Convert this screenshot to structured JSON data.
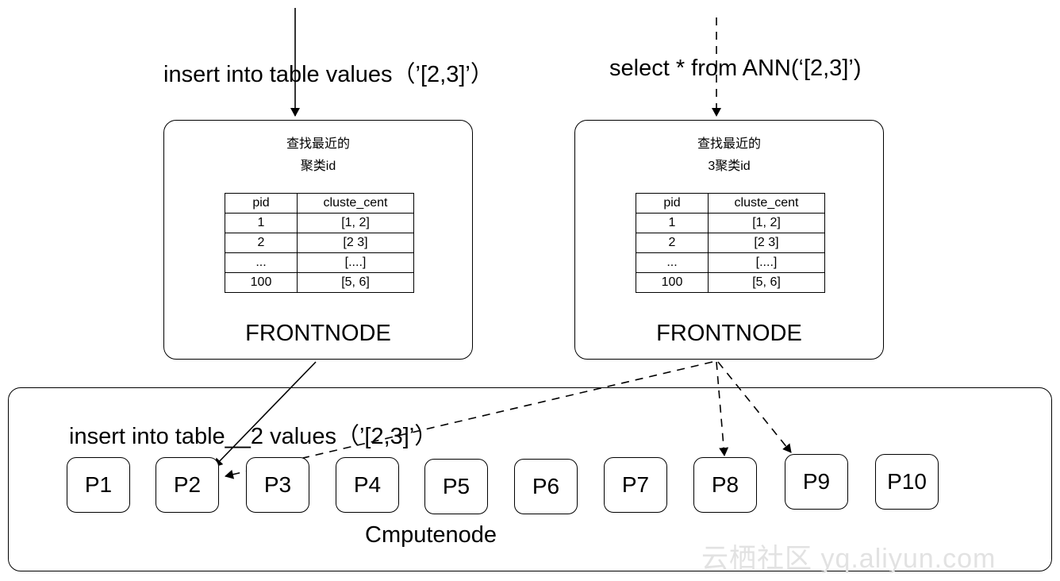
{
  "top_labels": {
    "insert": "insert into table values（’[2,3]’）",
    "select": "select * from ANN(‘[2,3]’)"
  },
  "frontnodes": [
    {
      "note_line1": "查找最近的",
      "note_line2": "聚类id",
      "table": {
        "headers": [
          "pid",
          "cluste_cent"
        ],
        "rows": [
          [
            "1",
            "[1, 2]"
          ],
          [
            "2",
            "[2 3]"
          ],
          [
            "...",
            "[....]"
          ],
          [
            "100",
            "[5, 6]"
          ]
        ]
      },
      "label": "FRONTNODE"
    },
    {
      "note_line1": "查找最近的",
      "note_line2": "3聚类id",
      "table": {
        "headers": [
          "pid",
          "cluste_cent"
        ],
        "rows": [
          [
            "1",
            "[1, 2]"
          ],
          [
            "2",
            "[2 3]"
          ],
          [
            "...",
            "[....]"
          ],
          [
            "100",
            "[5, 6]"
          ]
        ]
      },
      "label": "FRONTNODE"
    }
  ],
  "compute": {
    "insert_label": "insert into table__2 values（’[2,3]’）",
    "partitions": [
      "P1",
      "P2",
      "P3",
      "P4",
      "P5",
      "P6",
      "P7",
      "P8",
      "P9",
      "P10"
    ],
    "label": "Cmputenode"
  },
  "watermark": "云栖社区 yq.aliyun.com"
}
